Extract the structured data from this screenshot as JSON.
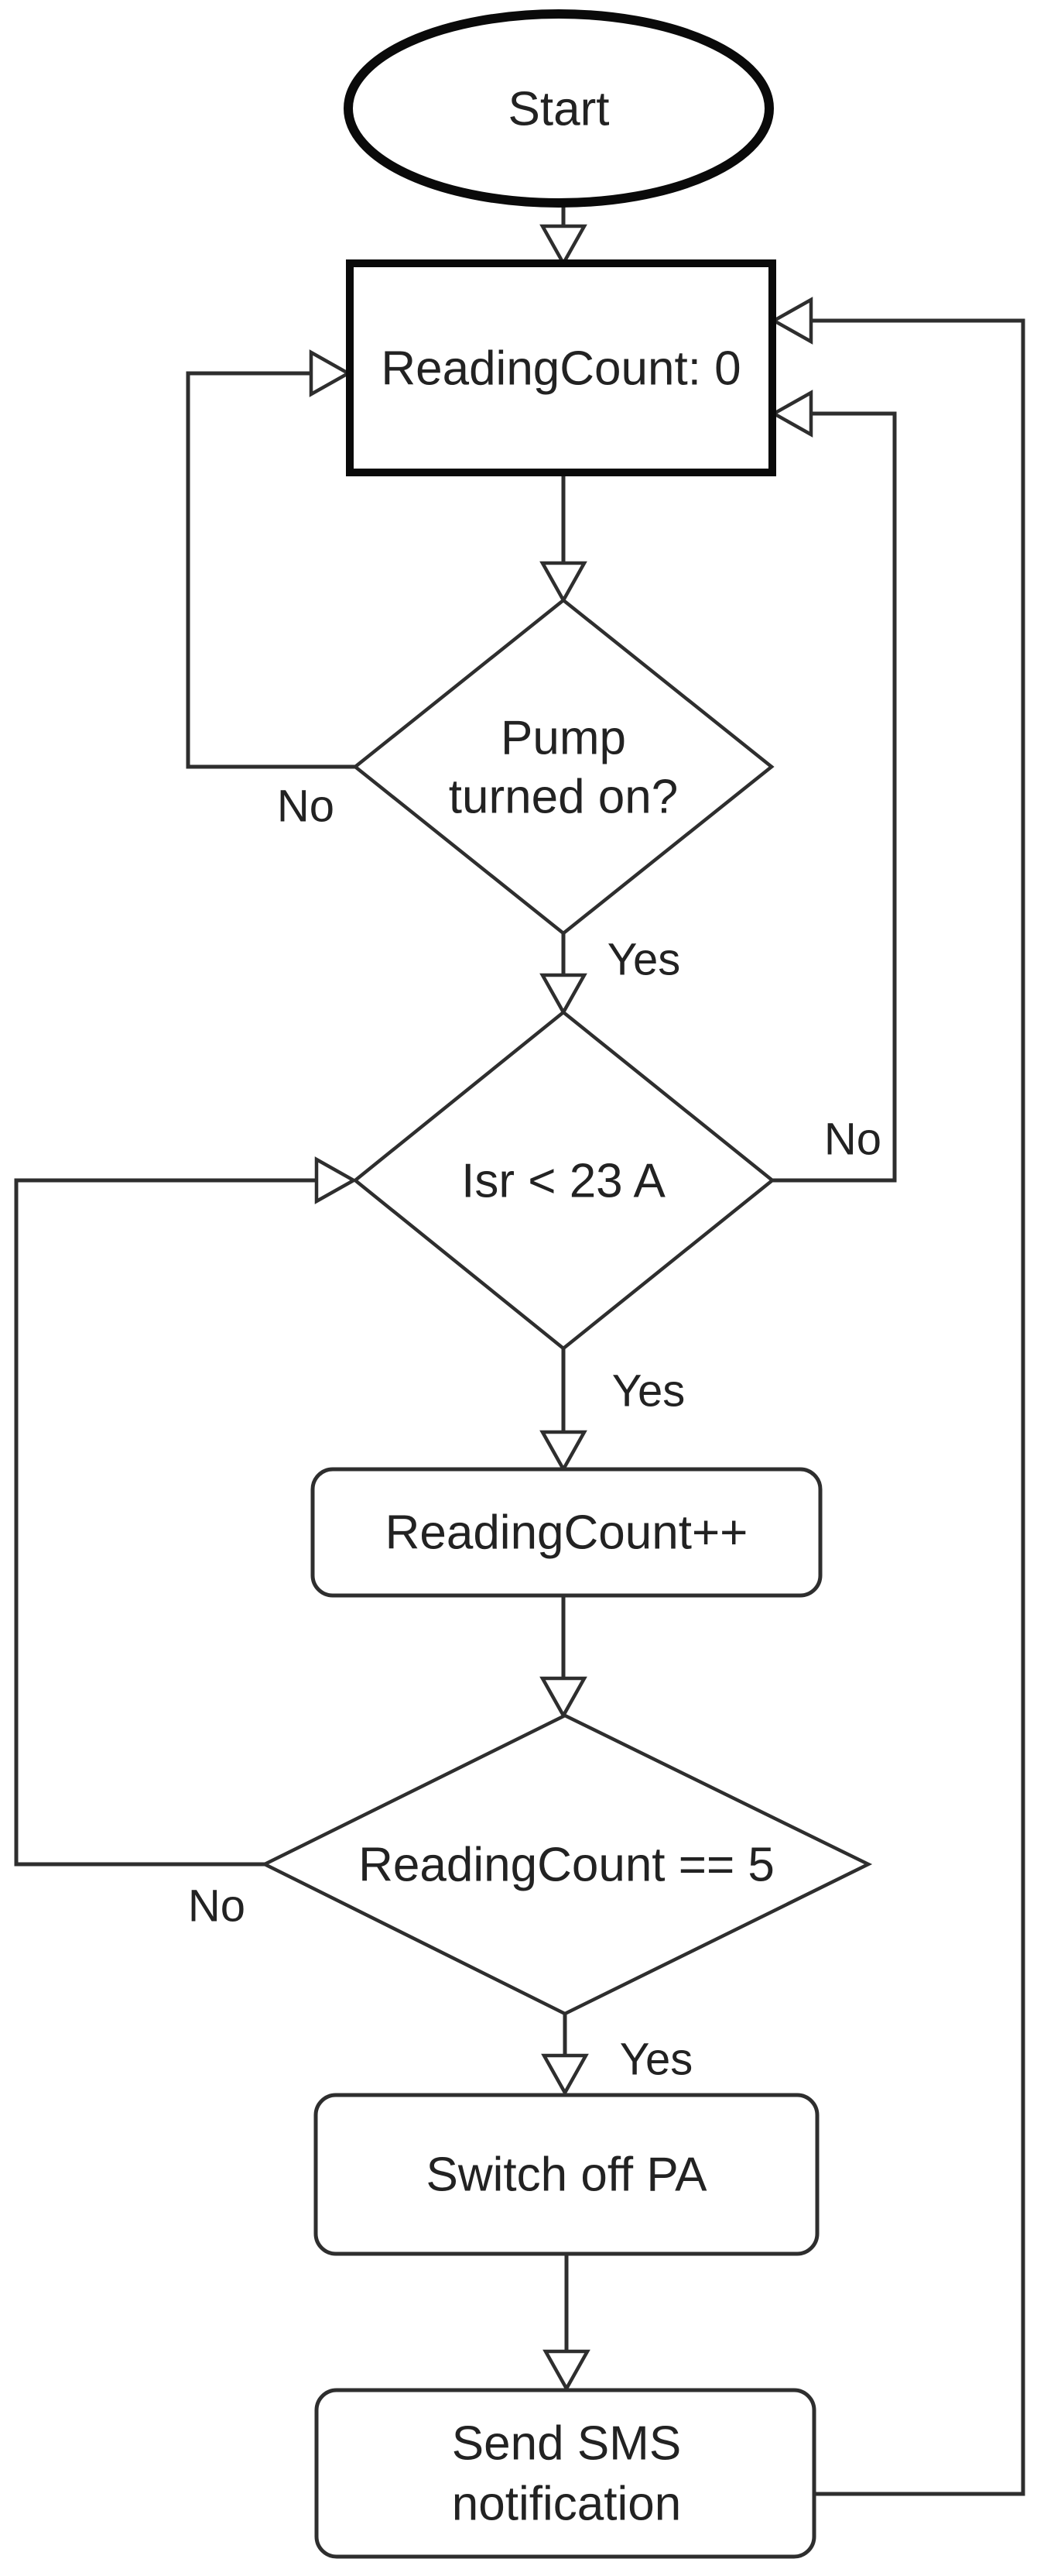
{
  "flowchart": {
    "nodes": {
      "start": {
        "type": "terminator",
        "label": "Start"
      },
      "init": {
        "type": "process",
        "label": "ReadingCount: 0"
      },
      "pump": {
        "type": "decision",
        "label": "Pump turned on?",
        "line1": "Pump",
        "line2": "turned on?"
      },
      "isr": {
        "type": "decision",
        "label": "Isr < 23 A"
      },
      "increment": {
        "type": "process",
        "label": "ReadingCount++"
      },
      "count": {
        "type": "decision",
        "label": "ReadingCount == 5"
      },
      "switch_off": {
        "type": "process",
        "label": "Switch off PA"
      },
      "sms": {
        "type": "process",
        "label": "Send SMS notification",
        "line1": "Send SMS",
        "line2": "notification"
      }
    },
    "edge_labels": {
      "pump_no": "No",
      "pump_yes": "Yes",
      "isr_no": "No",
      "isr_yes": "Yes",
      "count_no": "No",
      "count_yes": "Yes"
    },
    "colors": {
      "background": "#ffffff",
      "shape_fill": "#ffffff",
      "emphasis_stroke": "#0a0a0a",
      "node_stroke": "#2e2e2e",
      "edge_stroke": "#2e2e2e",
      "text": "#222222"
    }
  }
}
